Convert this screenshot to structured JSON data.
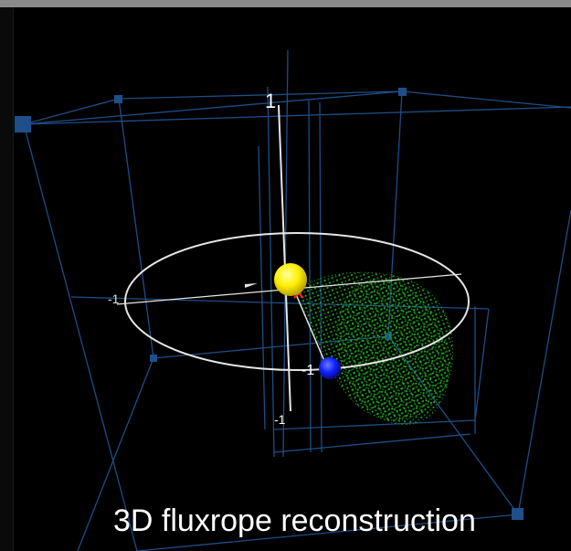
{
  "caption": "3D fluxrope reconstruction",
  "axis_labels": {
    "top": "1",
    "left": "-1",
    "bottom_near": "-1",
    "bottom_far": "-1"
  },
  "colors": {
    "background": "#000000",
    "box_lines": "#1e4d86",
    "orbit_ring": "#e6e6e6",
    "sun": "#ffee00",
    "earth": "#1020ff",
    "fluxrope": "#1aa31a",
    "marker": "#ff2020"
  },
  "objects": {
    "sun": "sun-sphere",
    "earth": "earth-sphere",
    "fluxrope": "fluxrope-point-cloud",
    "orbit": "earth-orbit-ring"
  }
}
